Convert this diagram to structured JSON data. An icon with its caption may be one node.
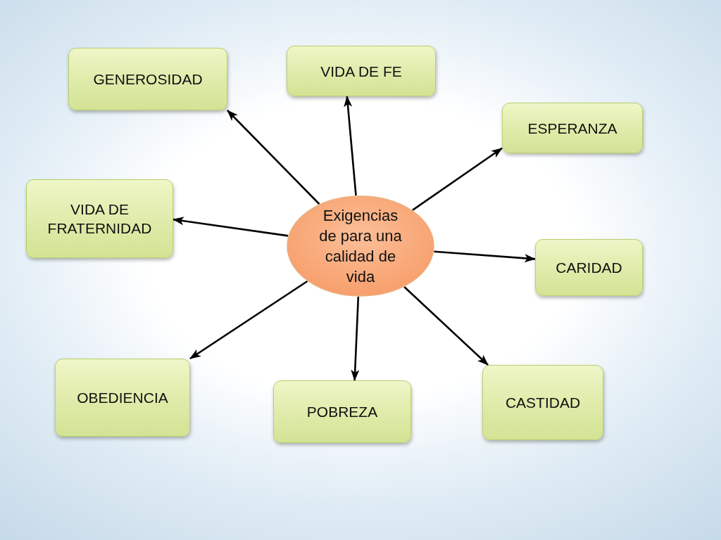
{
  "diagram": {
    "nodes": [
      {
        "text": [
          "GENEROSIDAD"
        ]
      },
      {
        "text": [
          "VIDA DE FE"
        ]
      },
      {
        "text": [
          "ESPERANZA"
        ]
      },
      {
        "text": [
          "VIDA DE FRATERNIDAD"
        ]
      },
      {
        "text": [
          "Exigencias de para una calidad de vida"
        ]
      },
      {
        "text": [
          "CARIDAD"
        ]
      },
      {
        "text": [
          "OBEDIENCIA"
        ]
      },
      {
        "text": [
          "POBREZA"
        ]
      },
      {
        "text": [
          "CASTIDAD"
        ]
      }
    ],
    "edges": [
      {
        "from": 4,
        "to": 0,
        "arrow": "to"
      },
      {
        "from": 4,
        "to": 1,
        "arrow": "to"
      },
      {
        "from": 4,
        "to": 2,
        "arrow": "to"
      },
      {
        "from": 4,
        "to": 3,
        "arrow": "to"
      },
      {
        "from": 4,
        "to": 5,
        "arrow": "to"
      },
      {
        "from": 4,
        "to": 6,
        "arrow": "to"
      },
      {
        "from": 4,
        "to": 7,
        "arrow": "to"
      },
      {
        "from": 4,
        "to": 8,
        "arrow": "to"
      }
    ]
  }
}
